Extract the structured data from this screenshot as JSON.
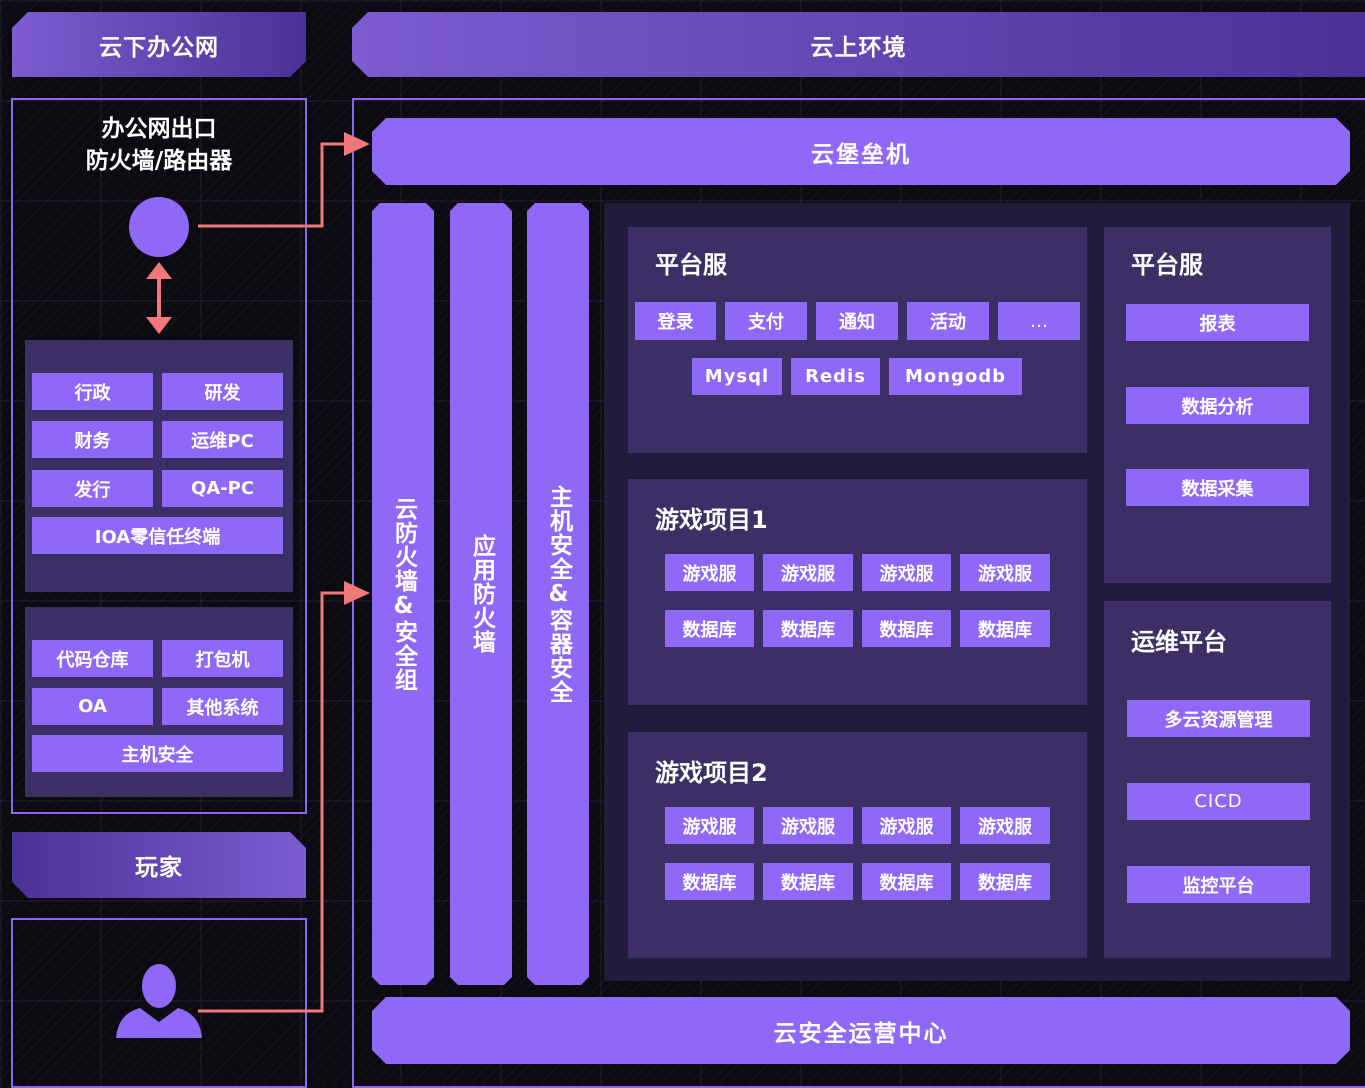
{
  "left": {
    "header": "云下办公网",
    "exit_title_line1": "办公网出口",
    "exit_title_line2": "防火墙/路由器",
    "grid1": [
      "行政",
      "研发",
      "财务",
      "运维PC",
      "发行",
      "QA-PC"
    ],
    "grid1_wide": "IOA零信任终端",
    "grid2": [
      "代码仓库",
      "打包机",
      "OA",
      "其他系统"
    ],
    "grid2_wide": "主机安全",
    "player_header": "玩家"
  },
  "cloud": {
    "header": "云上环境",
    "bastion": "云堡垒机",
    "vertical_bars": [
      "云防火墙&安全组",
      "应用防火墙",
      "主机安全&容器安全"
    ],
    "platform_main": {
      "title": "平台服",
      "row1": [
        "登录",
        "支付",
        "通知",
        "活动",
        "…"
      ],
      "row2": [
        "Mysql",
        "Redis",
        "Mongodb"
      ]
    },
    "game1": {
      "title": "游戏项目1",
      "servers": [
        "游戏服",
        "游戏服",
        "游戏服",
        "游戏服"
      ],
      "dbs": [
        "数据库",
        "数据库",
        "数据库",
        "数据库"
      ]
    },
    "game2": {
      "title": "游戏项目2",
      "servers": [
        "游戏服",
        "游戏服",
        "游戏服",
        "游戏服"
      ],
      "dbs": [
        "数据库",
        "数据库",
        "数据库",
        "数据库"
      ]
    },
    "platform_side": {
      "title": "平台服",
      "items": [
        "报表",
        "数据分析",
        "数据采集"
      ]
    },
    "ops": {
      "title": "运维平台",
      "items": [
        "多云资源管理",
        "CICD",
        "监控平台"
      ]
    },
    "soc": "云安全运营中心"
  },
  "colors": {
    "accent": "#8f68f7",
    "panel": "#3b2f66",
    "arrow": "#f07878",
    "background": "#0b0a10"
  }
}
